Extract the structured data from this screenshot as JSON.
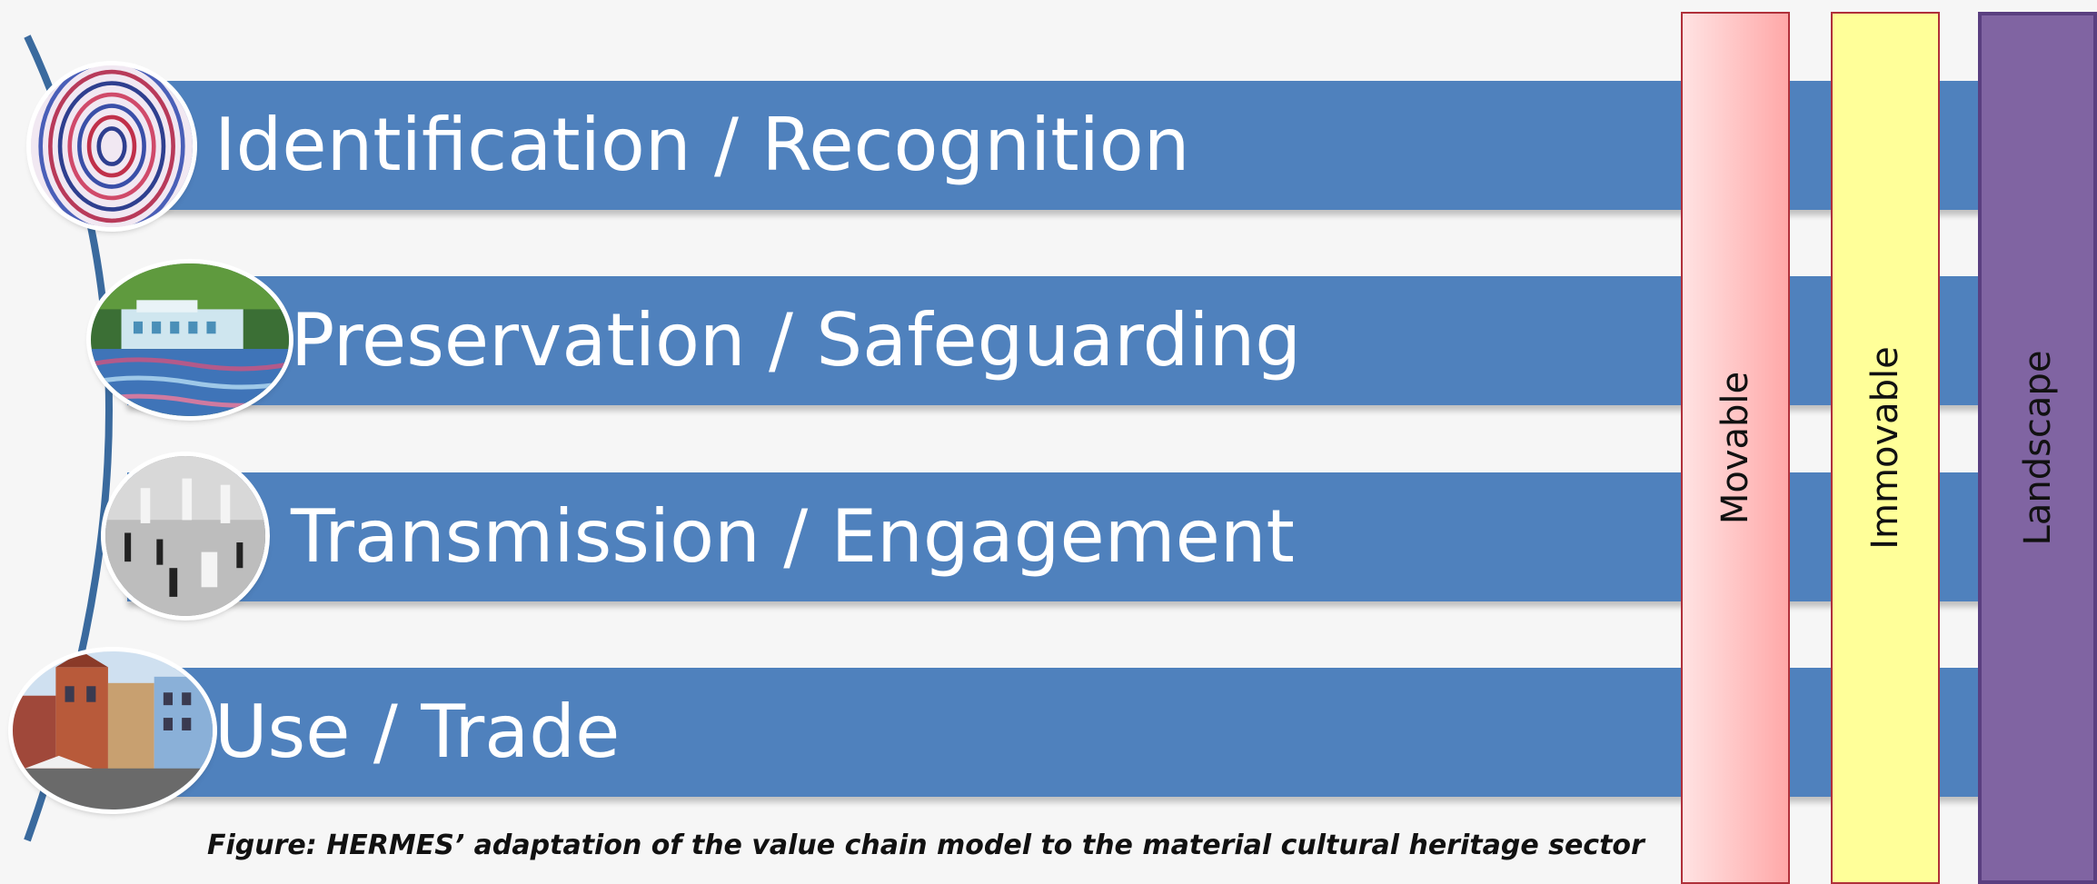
{
  "stages": [
    {
      "label": "Identification / Recognition",
      "icon": "fingerprint-image"
    },
    {
      "label": "Preservation / Safeguarding",
      "icon": "waterside-building-painting"
    },
    {
      "label": "Transmission / Engagement",
      "icon": "museum-sculpture-hall-photo"
    },
    {
      "label": "Use / Trade",
      "icon": "old-town-street-photo"
    }
  ],
  "categories": [
    {
      "label": "Movable",
      "color": "#ffb3b3"
    },
    {
      "label": "Immovable",
      "color": "#ffff99"
    },
    {
      "label": "Landscape",
      "color": "#8064a2"
    }
  ],
  "band_color": "#4f81bd",
  "caption": "Figure: HERMES’ adaptation of the value chain model to the material cultural heritage sector"
}
